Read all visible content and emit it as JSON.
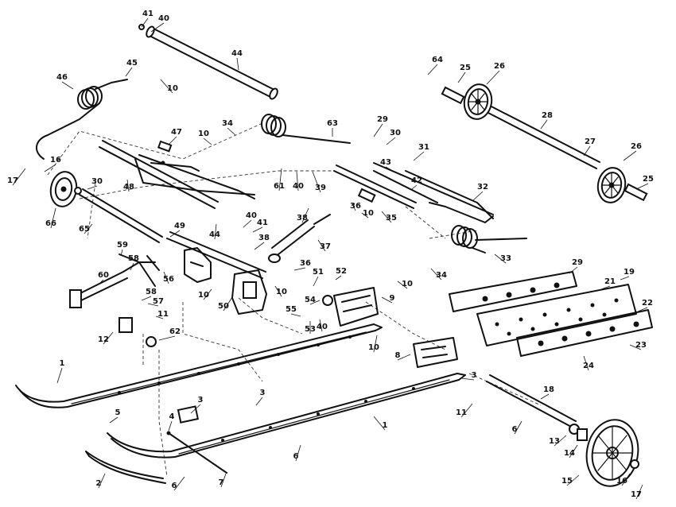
{
  "callouts": [
    {
      "text": "41"
    },
    {
      "text": "40"
    },
    {
      "text": "44"
    },
    {
      "text": "45"
    },
    {
      "text": "46"
    },
    {
      "text": "10"
    },
    {
      "text": "64"
    },
    {
      "text": "25"
    },
    {
      "text": "26"
    },
    {
      "text": "28"
    },
    {
      "text": "27"
    },
    {
      "text": "26"
    },
    {
      "text": "25"
    },
    {
      "text": "47"
    },
    {
      "text": "10"
    },
    {
      "text": "34"
    },
    {
      "text": "63"
    },
    {
      "text": "29"
    },
    {
      "text": "30"
    },
    {
      "text": "31"
    },
    {
      "text": "43"
    },
    {
      "text": "42"
    },
    {
      "text": "32"
    },
    {
      "text": "17"
    },
    {
      "text": "16"
    },
    {
      "text": "30"
    },
    {
      "text": "48"
    },
    {
      "text": "61"
    },
    {
      "text": "40"
    },
    {
      "text": "39"
    },
    {
      "text": "36"
    },
    {
      "text": "10"
    },
    {
      "text": "35"
    },
    {
      "text": "38"
    },
    {
      "text": "66"
    },
    {
      "text": "65"
    },
    {
      "text": "40"
    },
    {
      "text": "41"
    },
    {
      "text": "44"
    },
    {
      "text": "49"
    },
    {
      "text": "37"
    },
    {
      "text": "33"
    },
    {
      "text": "38"
    },
    {
      "text": "59"
    },
    {
      "text": "58"
    },
    {
      "text": "56"
    },
    {
      "text": "60"
    },
    {
      "text": "58"
    },
    {
      "text": "57"
    },
    {
      "text": "11"
    },
    {
      "text": "12"
    },
    {
      "text": "62"
    },
    {
      "text": "10"
    },
    {
      "text": "50"
    },
    {
      "text": "36"
    },
    {
      "text": "10"
    },
    {
      "text": "51"
    },
    {
      "text": "52"
    },
    {
      "text": "54"
    },
    {
      "text": "9"
    },
    {
      "text": "55"
    },
    {
      "text": "53"
    },
    {
      "text": "40"
    },
    {
      "text": "10"
    },
    {
      "text": "34"
    },
    {
      "text": "10"
    },
    {
      "text": "29"
    },
    {
      "text": "19"
    },
    {
      "text": "21"
    },
    {
      "text": "22"
    },
    {
      "text": "23"
    },
    {
      "text": "24"
    },
    {
      "text": "8"
    },
    {
      "text": "3"
    },
    {
      "text": "1"
    },
    {
      "text": "3"
    },
    {
      "text": "5"
    },
    {
      "text": "3"
    },
    {
      "text": "4"
    },
    {
      "text": "6"
    },
    {
      "text": "1"
    },
    {
      "text": "18"
    },
    {
      "text": "11"
    },
    {
      "text": "6"
    },
    {
      "text": "13"
    },
    {
      "text": "14"
    },
    {
      "text": "2"
    },
    {
      "text": "6"
    },
    {
      "text": "7"
    },
    {
      "text": "15"
    },
    {
      "text": "16"
    },
    {
      "text": "17"
    }
  ]
}
